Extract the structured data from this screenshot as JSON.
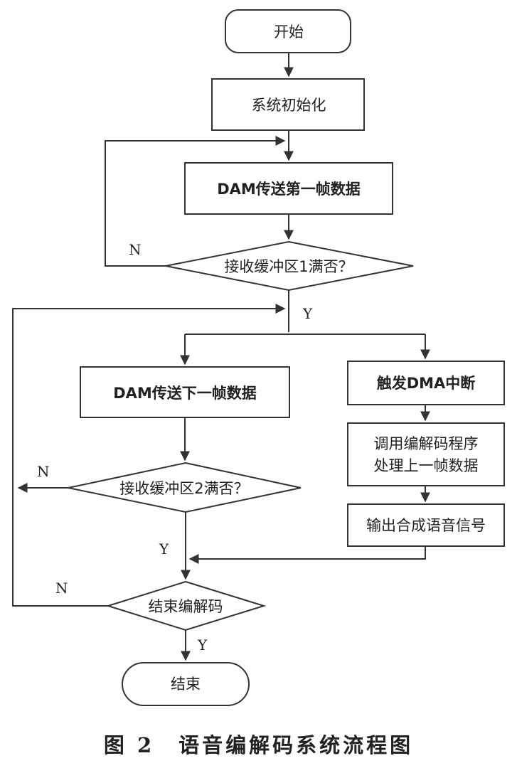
{
  "nodes": {
    "start": "开始",
    "init": "系统初始化",
    "dam_first": "DAM传送第一帧数据",
    "buf1": "接收缓冲区1满否？",
    "dam_next": "DAM传送下一帧数据",
    "trigger": "触发DMA中断",
    "codec_line1": "调用编解码程序",
    "codec_line2": "处理上一帧数据",
    "output": "输出合成语音信号",
    "buf2": "接收缓冲区2满否？",
    "end_codec": "结束编解码",
    "end": "结束"
  },
  "branch_labels": {
    "buf1_no": "N",
    "buf1_yes": "Y",
    "buf2_no": "N",
    "buf2_yes": "Y",
    "end_no": "N",
    "end_yes": "Y"
  },
  "caption": {
    "figure_number": "图 2",
    "title": "语音编解码系统流程图"
  }
}
